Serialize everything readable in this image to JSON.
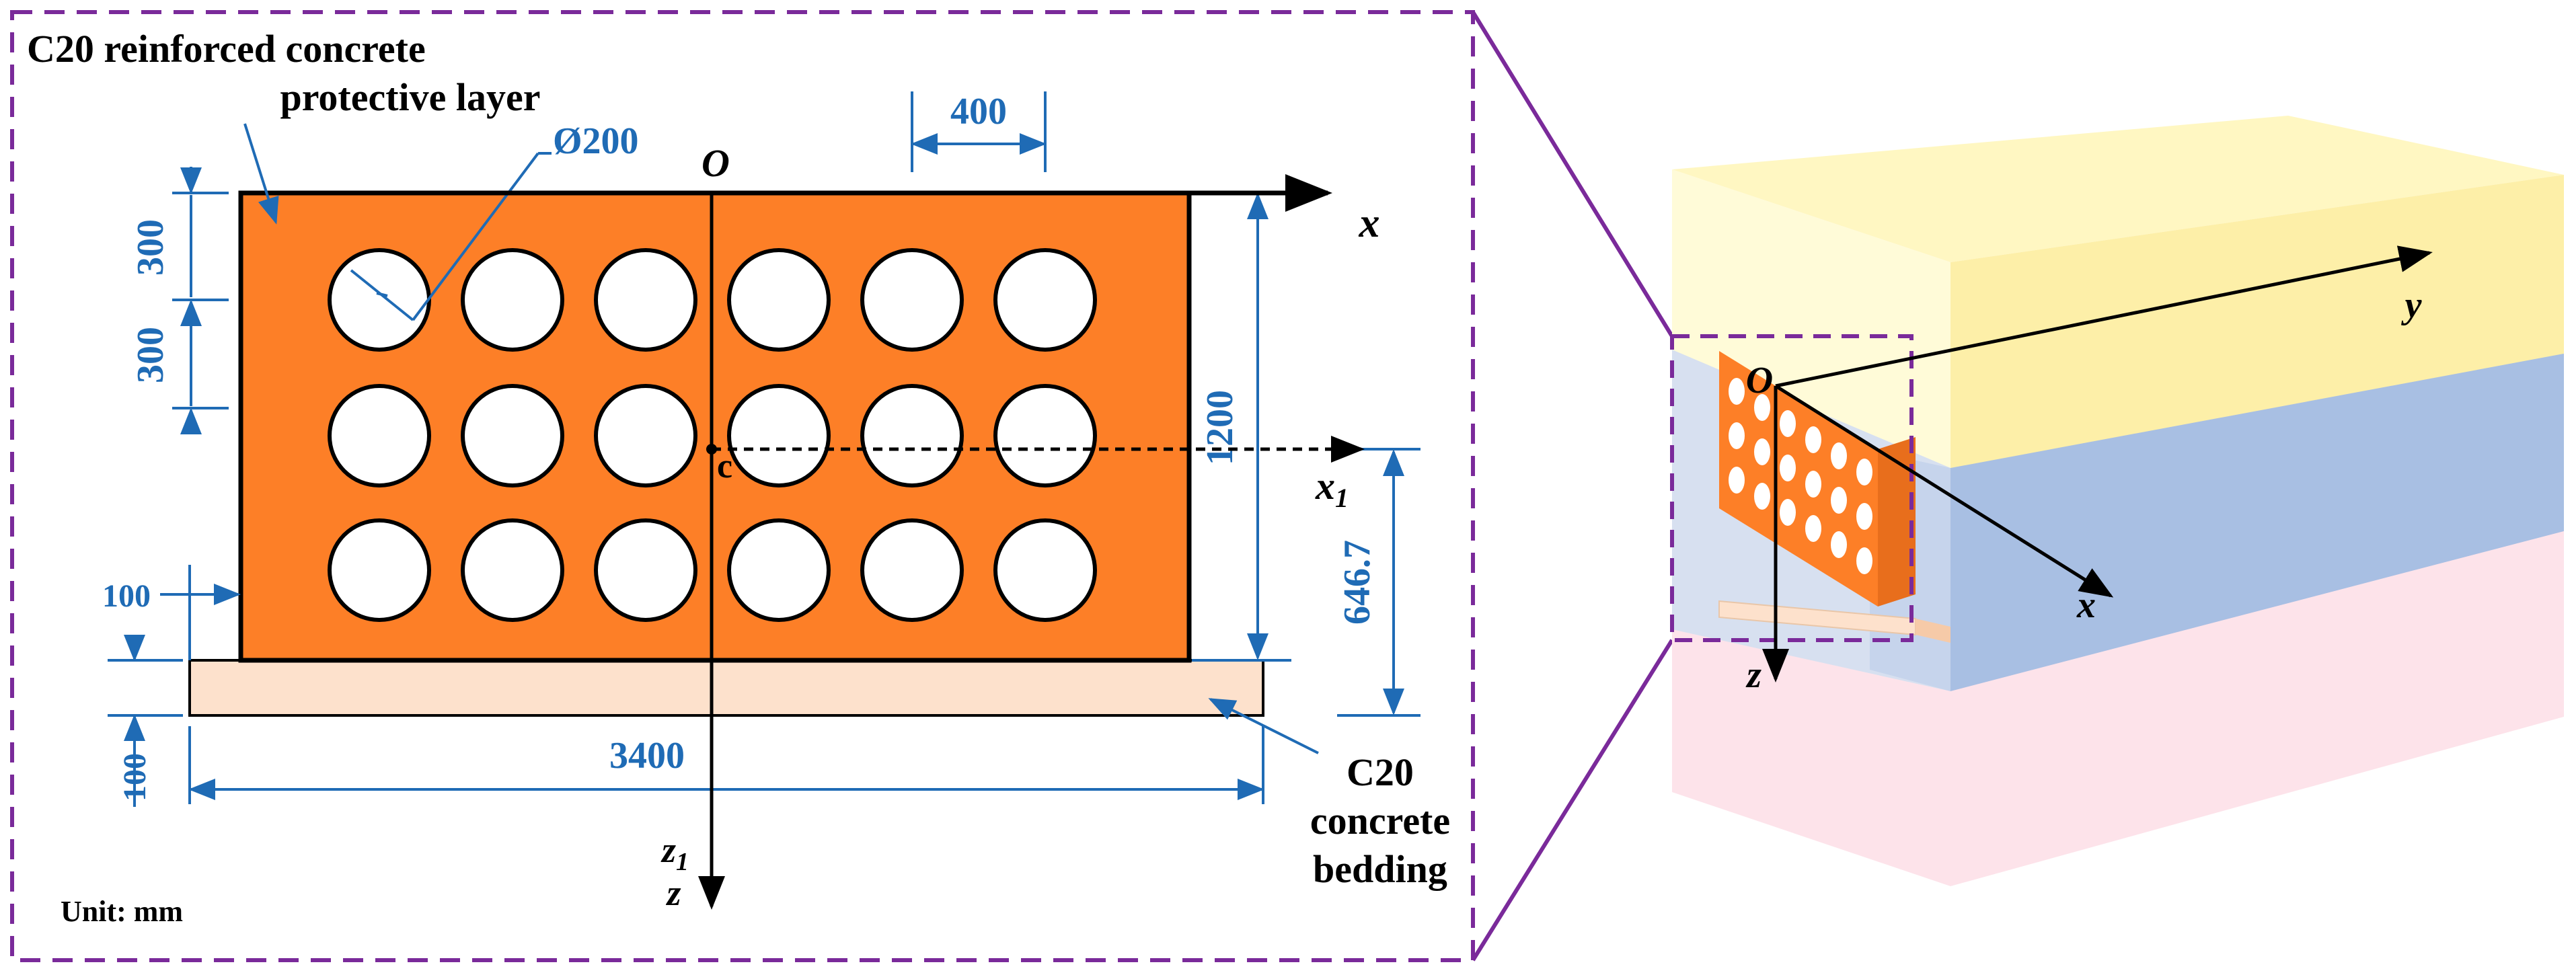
{
  "colors": {
    "frame": "#7a2a9a",
    "dimension": "#1f6bb5",
    "protective_layer": "#fd7f27",
    "bedding": "#fde1cc",
    "layer_top": "#fff7c2",
    "layer_middle": "#a8bfe3",
    "layer_bottom": "#fde3ea"
  },
  "section_view": {
    "protective_layer_label_line1": "C20 reinforced concrete",
    "protective_layer_label_line2": "protective layer",
    "bedding_label_line1": "C20",
    "bedding_label_line2": "concrete",
    "bedding_label_line3": "bedding",
    "unit_label": "Unit: mm",
    "pipe_diameter": "Ø200",
    "pipe_spacing": "400",
    "edge_top": "300",
    "row_spacing": "300",
    "edge_side": "100",
    "bedding_thickness": "100",
    "layer_height": "1200",
    "centroid_depth": "646.7",
    "bedding_width": "3400",
    "origin_label": "O",
    "x_axis_label": "x",
    "x1_label_base": "x",
    "x1_label_sub": "1",
    "centroid_label": "c",
    "z1_label_base": "z",
    "z1_label_sub": "1",
    "z_axis_label": "z"
  },
  "perspective_view": {
    "origin_label": "O",
    "x_axis_label": "x",
    "y_axis_label": "y",
    "z_axis_label": "z"
  }
}
